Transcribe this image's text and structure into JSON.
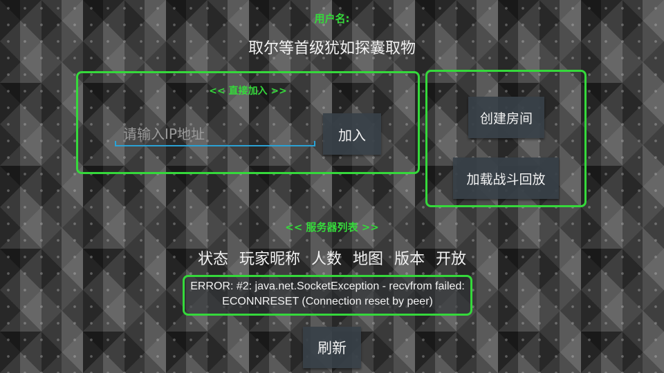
{
  "username": {
    "label": "用户名:",
    "value": "取尔等首级犹如探囊取物"
  },
  "direct_join": {
    "label": "<< 直接加入 >>",
    "ip_placeholder": "请输入IP地址",
    "ip_value": "",
    "join_label": "加入"
  },
  "actions": {
    "create_room": "创建房间",
    "load_replay": "加载战斗回放"
  },
  "server_list": {
    "label": "<< 服务器列表 >>",
    "columns": [
      "状态",
      "玩家昵称",
      "人数",
      "地图",
      "版本",
      "开放"
    ],
    "error": "ERROR: #2: java.net.SocketException - recvfrom failed: ECONNRESET (Connection reset by peer)",
    "refresh_label": "刷新"
  },
  "colors": {
    "accent": "#35d93b",
    "input_underline": "#2aa3d6",
    "button_bg": "#374048"
  }
}
